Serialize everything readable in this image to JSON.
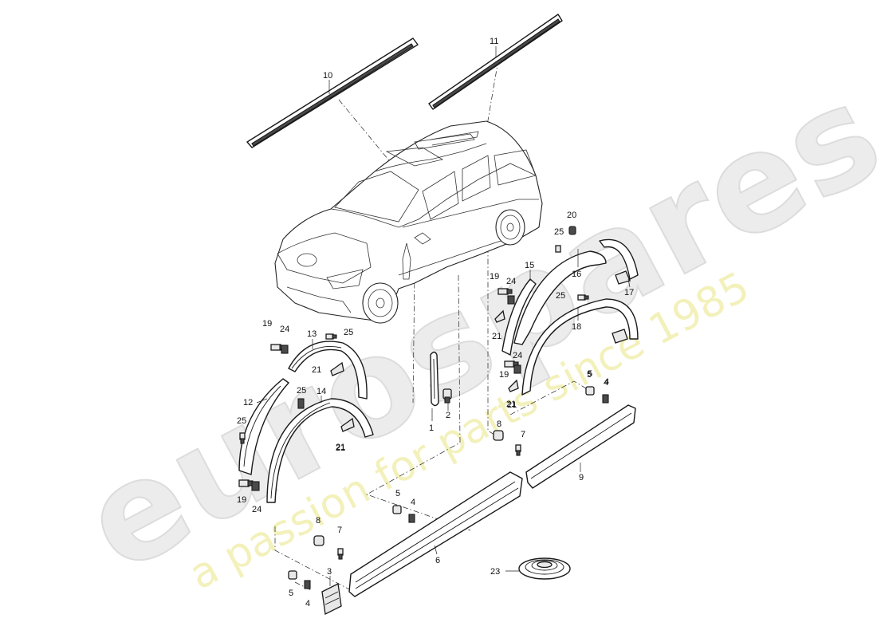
{
  "watermark": {
    "brand": "eurospares",
    "tagline": "a passion for parts since 1985"
  },
  "callouts": [
    "1",
    "2",
    "3",
    "4",
    "4",
    "4",
    "4",
    "5",
    "5",
    "5",
    "5",
    "6",
    "7",
    "7",
    "8",
    "8",
    "9",
    "10",
    "11",
    "12",
    "13",
    "14",
    "15",
    "16",
    "17",
    "18",
    "19",
    "19",
    "19",
    "19",
    "20",
    "21",
    "21",
    "21",
    "21",
    "21",
    "21",
    "23",
    "24",
    "24",
    "24",
    "24",
    "25",
    "25",
    "25",
    "25",
    "25"
  ]
}
